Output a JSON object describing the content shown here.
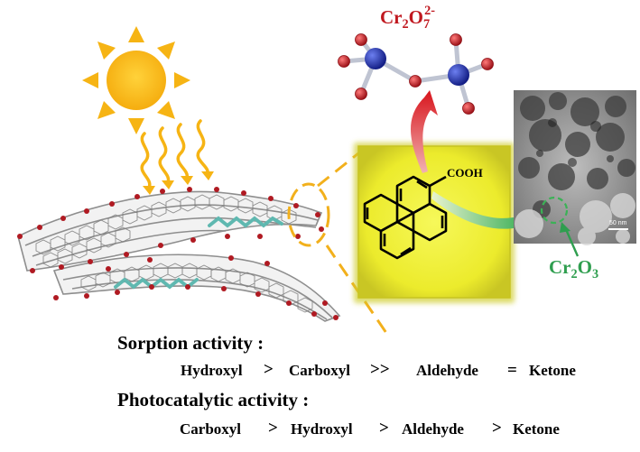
{
  "species": {
    "dichromate": {
      "base": "Cr",
      "sub1": "2",
      "mid": "O",
      "sub2": "7",
      "charge": "2-"
    },
    "chromium_oxide": {
      "base": "Cr",
      "sub1": "2",
      "mid": "O",
      "sub2": "3"
    }
  },
  "molecule": {
    "substituent": "COOH"
  },
  "tem": {
    "scale_label": "50 nm"
  },
  "sorption": {
    "heading": "Sorption activity :",
    "items": [
      "Hydroxyl",
      "Carboxyl",
      "Aldehyde",
      "Ketone"
    ],
    "operators": [
      ">",
      ">>",
      "="
    ]
  },
  "photocatalytic": {
    "heading": "Photocatalytic activity :",
    "items": [
      "Carboxyl",
      "Hydroxyl",
      "Aldehyde",
      "Ketone"
    ],
    "operators": [
      ">",
      ">",
      ">"
    ]
  },
  "colors": {
    "sun": "#f6b414",
    "highlight_box": "#eef02a",
    "dichromate_text": "#c0181f",
    "oxide_text": "#2f9e4f",
    "cr_atom": "#1c2a9c",
    "o_atom": "#b01a22"
  }
}
